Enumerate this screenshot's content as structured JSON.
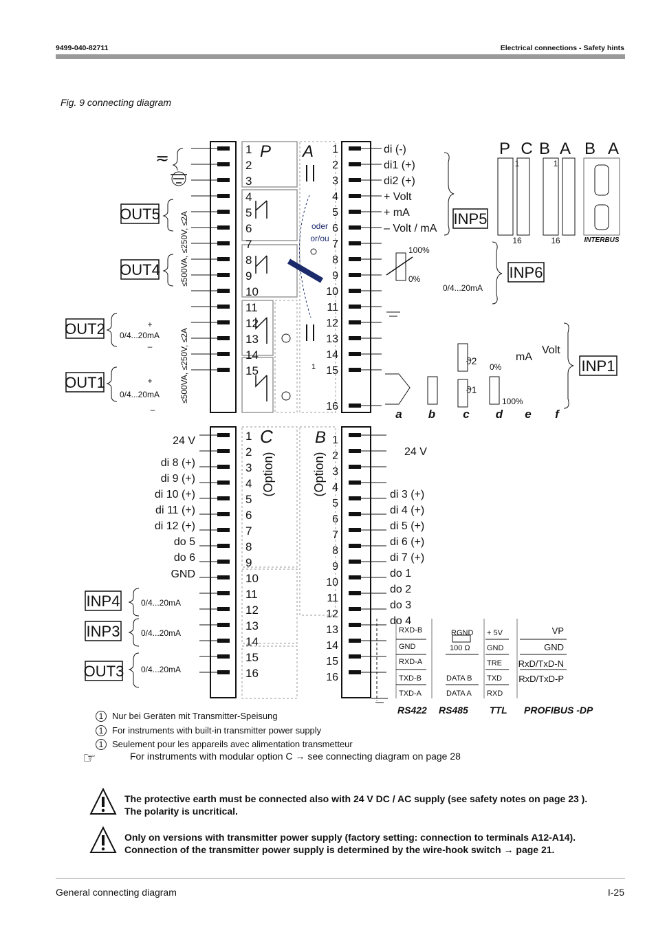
{
  "header": {
    "doc_number": "9499-040-82711",
    "section": "Electrical connections - Safety hints"
  },
  "figure": {
    "caption": "Fig.  9  connecting diagram",
    "left_labels": {
      "ac_symbol": "≂",
      "out5": "OUT5",
      "out4": "OUT4",
      "out2": "OUT2",
      "out1": "OUT1",
      "rating_relay": "≤500VA, ≤250V, ≤2A",
      "rating_relay2": "≤500VA, ≤250V, ≤2A",
      "ma_out2": "0/4...20mA",
      "ma_out1": "0/4...20mA",
      "plus": "+",
      "minus": "–"
    },
    "block_P": {
      "letter": "P",
      "terminals": [
        "1",
        "2",
        "3",
        "4",
        "5",
        "6",
        "7",
        "8",
        "9",
        "10",
        "11",
        "12",
        "13",
        "14",
        "15"
      ]
    },
    "block_A": {
      "letter": "A",
      "terminals": [
        "1",
        "2",
        "3",
        "4",
        "5",
        "6",
        "7",
        "8",
        "9",
        "10",
        "11",
        "12",
        "13",
        "14",
        "15",
        "16"
      ],
      "switch_text_1": "oder",
      "switch_text_2": "or/ou",
      "footnote_mark": "1"
    },
    "block_A_right_labels": [
      "di (-)",
      "di1 (+)",
      "di2 (+)",
      "+ Volt",
      "+ mA",
      "– Volt / mA"
    ],
    "inp5": "INP5",
    "inp6": "INP6",
    "inp1": "INP1",
    "inp6_pct_high": "100%",
    "inp6_pct_low": "0%",
    "inp6_ma": "0/4...20mA",
    "inp1_letters": [
      "a",
      "b",
      "c",
      "d",
      "e",
      "f"
    ],
    "inp1_theta2": "ϑ2",
    "inp1_theta1": "ϑ1",
    "inp1_pct0": "0%",
    "inp1_pct100": "100%",
    "inp1_ma": "mA",
    "inp1_volt": "Volt",
    "top_right_letters": [
      "P",
      "C",
      "B",
      "A",
      "B",
      "A"
    ],
    "bus_one": "1",
    "bus_sixteen": "16",
    "interbus": "INTERBUS",
    "block_C": {
      "letter": "C",
      "option": "(Option)",
      "terminals": [
        "1",
        "2",
        "3",
        "4",
        "5",
        "6",
        "7",
        "8",
        "9",
        "10",
        "11",
        "12",
        "13",
        "14",
        "15",
        "16"
      ],
      "left_labels": [
        "24 V",
        "di 8 (+)",
        "di 9 (+)",
        "di 10 (+)",
        "di 11 (+)",
        "di 12 (+)",
        "do 5",
        "do 6",
        "GND"
      ],
      "inp4": "INP4",
      "inp3": "INP3",
      "out3": "OUT3",
      "ma": "0/4...20mA"
    },
    "block_B": {
      "letter": "B",
      "option": "(Option)",
      "terminals": [
        "1",
        "2",
        "3",
        "4",
        "5",
        "6",
        "7",
        "8",
        "9",
        "10",
        "11",
        "12",
        "13",
        "14",
        "15",
        "16"
      ],
      "supply": "24 V",
      "right_labels": [
        "di 3 (+)",
        "di 4 (+)",
        "di 5 (+)",
        "di 6 (+)",
        "di 7 (+)",
        "do 1",
        "do 2",
        "do 3",
        "do 4"
      ]
    },
    "comm": {
      "rs422": [
        "RXD-B",
        "GND",
        "RXD-A",
        "TXD-B",
        "TXD-A"
      ],
      "rs485": [
        "RGND",
        "100 Ω",
        "DATA B",
        "DATA A"
      ],
      "ttl": [
        "+ 5V",
        "GND",
        "TRE",
        "TXD",
        "RXD"
      ],
      "profibus": [
        "VP",
        "GND",
        "RxD/TxD-N",
        "RxD/TxD-P"
      ],
      "titles": [
        "RS422",
        "RS485",
        "TTL",
        "PROFIBUS -DP"
      ]
    }
  },
  "footnotes": [
    "Nur bei Geräten mit Transmitter-Speisung",
    "For instruments with built-in transmitter power supply",
    "Seulement pour les appareils avec alimentation transmetteur"
  ],
  "footnote_mark": "1",
  "note_option_c": "For instruments with modular option C   → see connecting diagram on page 28",
  "warnings": [
    {
      "line1": "The protective earth must be connected also with 24 V DC / AC supply (see safety notes on page  23 ).",
      "line2": "The polarity is uncritical."
    },
    {
      "line1": "Only on versions with transmitter power supply (factory setting: connection to terminals A12-A14).",
      "line2": "Connection of the transmitter power supply is determined by the wire-hook switch   → page 21."
    }
  ],
  "footer": {
    "left": "General connecting diagram",
    "right": "I-25"
  }
}
